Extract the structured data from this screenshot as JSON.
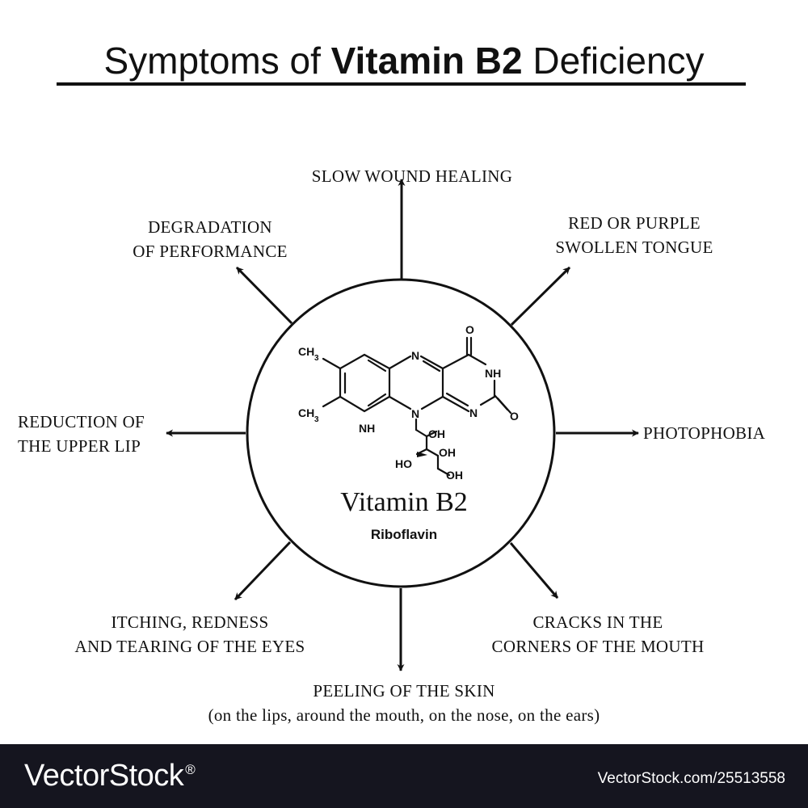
{
  "title": {
    "prefix": "Symptoms of",
    "emphasis": "Vitamin B2",
    "suffix": "Deficiency"
  },
  "center": {
    "name": "Vitamin B2",
    "subtitle": "Riboflavin"
  },
  "molecule_labels": {
    "ch3": "CH",
    "sub3": "3",
    "n": "N",
    "nh": "NH",
    "o": "O",
    "oh": "OH",
    "ho": "HO"
  },
  "symptoms": {
    "top": [
      "SLOW WOUND HEALING"
    ],
    "top_right": [
      "RED OR PURPLE",
      "SWOLLEN TONGUE"
    ],
    "right": [
      "PHOTOPHOBIA"
    ],
    "bottom_right": [
      "CRACKS IN THE",
      "CORNERS OF THE MOUTH"
    ],
    "bottom": [
      "PEELING OF THE SKIN",
      "(on the lips, around the mouth, on the nose, on the ears)"
    ],
    "bottom_left": [
      "ITCHING, REDNESS",
      "AND TEARING OF THE EYES"
    ],
    "left": [
      "REDUCTION OF",
      "THE UPPER LIP"
    ],
    "top_left": [
      "DEGRADATION",
      "OF PERFORMANCE"
    ]
  },
  "footer": {
    "brand": "VectorStock",
    "brand_mark": "®",
    "url": "VectorStock.com/25513558"
  }
}
